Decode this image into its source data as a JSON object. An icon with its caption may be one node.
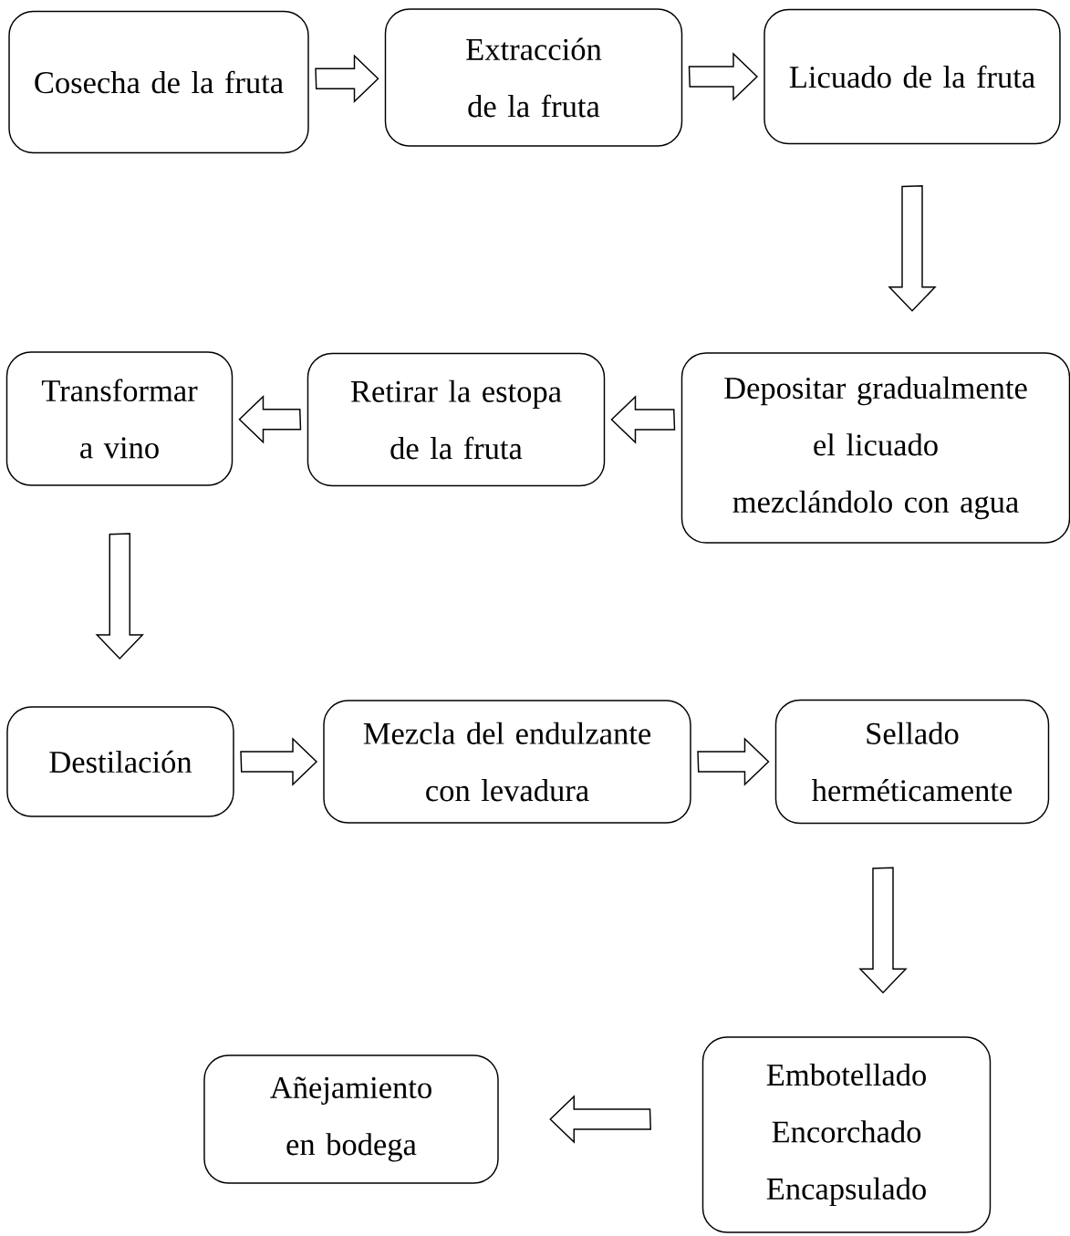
{
  "diagram": {
    "nodes": [
      {
        "text": [
          "Cosecha de la fruta"
        ]
      },
      {
        "text": [
          "Extracción de la fruta"
        ]
      },
      {
        "text": [
          "Licuado de la fruta"
        ]
      },
      {
        "text": [
          "Depositar gradualmente el licuado mezclándolo con agua"
        ]
      },
      {
        "text": [
          "Retirar la estopa de la fruta"
        ]
      },
      {
        "text": [
          "Transformar a vino"
        ]
      },
      {
        "text": [
          "Destilación"
        ]
      },
      {
        "text": [
          "Mezcla del endulzante con levadura"
        ]
      },
      {
        "text": [
          "Sellado herméticamente"
        ]
      },
      {
        "text": [
          "Embotellado",
          "Encorchado",
          "Encapsulado"
        ]
      },
      {
        "text": [
          "Añejamiento en bodega"
        ]
      }
    ],
    "edges": [
      {
        "from": 0,
        "to": 1,
        "arrow": "to"
      },
      {
        "from": 1,
        "to": 2,
        "arrow": "to"
      },
      {
        "from": 2,
        "to": 3,
        "arrow": "to"
      },
      {
        "from": 3,
        "to": 4,
        "arrow": "to"
      },
      {
        "from": 4,
        "to": 5,
        "arrow": "to"
      },
      {
        "from": 5,
        "to": 6,
        "arrow": "to"
      },
      {
        "from": 6,
        "to": 7,
        "arrow": "to"
      },
      {
        "from": 7,
        "to": 8,
        "arrow": "to"
      },
      {
        "from": 8,
        "to": 9,
        "arrow": "to"
      },
      {
        "from": 9,
        "to": 10,
        "arrow": "to"
      }
    ]
  }
}
